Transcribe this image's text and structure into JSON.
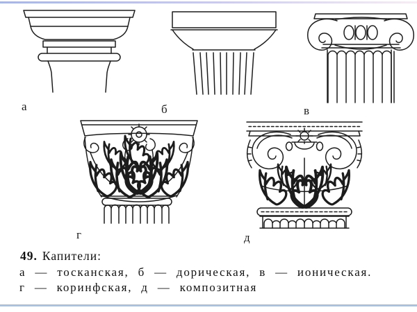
{
  "page": {
    "background": "#ffffff",
    "ink_color": "#1c1c1c",
    "top_rule_colors": [
      "#a8b6e6",
      "#c9c9ee",
      "#f6edf3"
    ],
    "bottom_rule_color": "#a6c2e4"
  },
  "figure": {
    "number": "49.",
    "title": "Капители:",
    "caption_lines": [
      "а — тосканская, б — дорическая, в — ионическая.",
      "г — коринфская, д — композитная"
    ],
    "drawings": [
      {
        "label": "а",
        "name": "тосканская"
      },
      {
        "label": "б",
        "name": "дорическая"
      },
      {
        "label": "в",
        "name": "ионическая"
      },
      {
        "label": "г",
        "name": "коринфская"
      },
      {
        "label": "д",
        "name": "композитная"
      }
    ]
  }
}
